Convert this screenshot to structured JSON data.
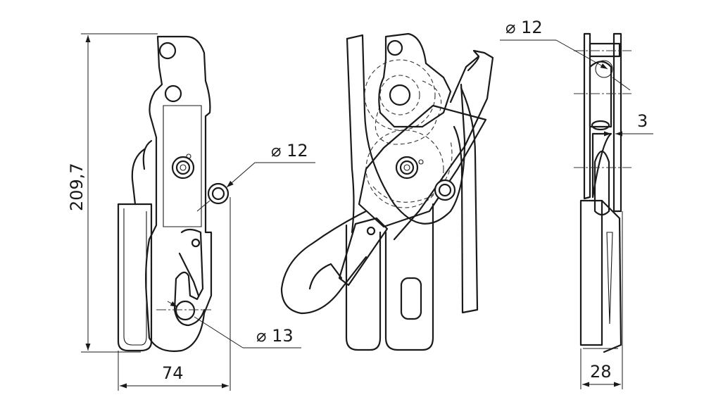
{
  "dimensions": {
    "height_total": "209,7",
    "width_front": "74",
    "width_side": "28",
    "plate_thickness": "3",
    "dia_pin_front": "⌀ 12",
    "dia_hook": "⌀ 13",
    "dia_pin_side": "⌀ 12"
  }
}
